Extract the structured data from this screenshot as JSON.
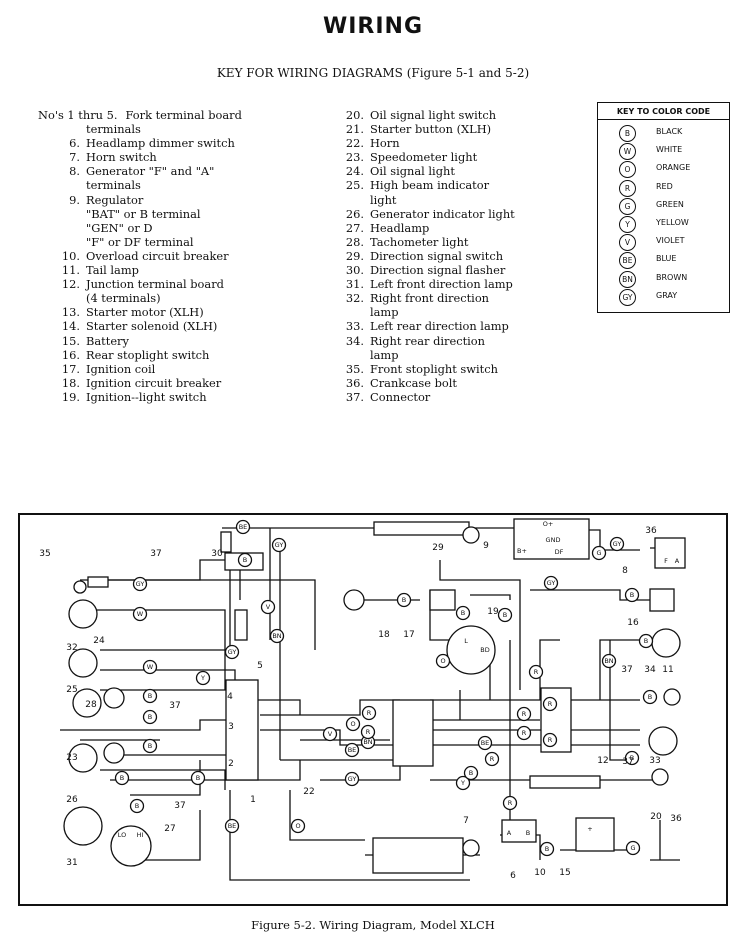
{
  "title": "WIRING",
  "key_title": "KEY FOR WIRING DIAGRAMS (Figure 5-1 and 5-2)",
  "key_col1": [
    {
      "num": "No's 1 thru 5.",
      "text": "Fork terminal board"
    },
    {
      "num": "",
      "text": "terminals"
    },
    {
      "num": "6.",
      "text": "Headlamp dimmer switch"
    },
    {
      "num": "7.",
      "text": "Horn switch"
    },
    {
      "num": "8.",
      "text": "Generator \"F\" and \"A\""
    },
    {
      "num": "",
      "text": "terminals"
    },
    {
      "num": "9.",
      "text": "Regulator"
    },
    {
      "num": "",
      "text": "\"BAT\" or B   terminal"
    },
    {
      "num": "",
      "text": "\"GEN\" or D"
    },
    {
      "num": "",
      "text": "\"F\" or DF terminal"
    },
    {
      "num": "10.",
      "text": "Overload circuit breaker"
    },
    {
      "num": "11.",
      "text": "Tail lamp"
    },
    {
      "num": "12.",
      "text": "Junction terminal board"
    },
    {
      "num": "",
      "text": "(4 terminals)"
    },
    {
      "num": "13.",
      "text": "Starter motor (XLH)"
    },
    {
      "num": "14.",
      "text": "Starter solenoid (XLH)"
    },
    {
      "num": "15.",
      "text": "Battery"
    },
    {
      "num": "16.",
      "text": "Rear stoplight switch"
    },
    {
      "num": "17.",
      "text": "Ignition coil"
    },
    {
      "num": "18.",
      "text": "Ignition circuit breaker"
    },
    {
      "num": "19.",
      "text": "Ignition--light switch"
    }
  ],
  "key_col2": [
    {
      "num": "20.",
      "text": "Oil signal light switch"
    },
    {
      "num": "21.",
      "text": "Starter button (XLH)"
    },
    {
      "num": "22.",
      "text": "Horn"
    },
    {
      "num": "23.",
      "text": "Speedometer light"
    },
    {
      "num": "24.",
      "text": "Oil signal light"
    },
    {
      "num": "25.",
      "text": "High beam indicator"
    },
    {
      "num": "",
      "text": "light"
    },
    {
      "num": "26.",
      "text": "Generator indicator light"
    },
    {
      "num": "27.",
      "text": "Headlamp"
    },
    {
      "num": "28.",
      "text": "Tachometer light"
    },
    {
      "num": "29.",
      "text": "Direction signal switch"
    },
    {
      "num": "30.",
      "text": "Direction signal flasher"
    },
    {
      "num": "31.",
      "text": "Left front direction lamp"
    },
    {
      "num": "32.",
      "text": "Right front direction"
    },
    {
      "num": "",
      "text": "lamp"
    },
    {
      "num": "33.",
      "text": "Left rear direction lamp"
    },
    {
      "num": "34.",
      "text": "Right rear direction"
    },
    {
      "num": "",
      "text": "lamp"
    },
    {
      "num": "35.",
      "text": "Front stoplight switch"
    },
    {
      "num": "36.",
      "text": "Crankcase bolt"
    },
    {
      "num": "37.",
      "text": "Connector"
    }
  ],
  "color_key": {
    "title": "KEY TO COLOR CODE",
    "items": [
      {
        "code": "B",
        "name": "BLACK"
      },
      {
        "code": "W",
        "name": "WHITE"
      },
      {
        "code": "O",
        "name": "ORANGE"
      },
      {
        "code": "R",
        "name": "RED"
      },
      {
        "code": "G",
        "name": "GREEN"
      },
      {
        "code": "Y",
        "name": "YELLOW"
      },
      {
        "code": "V",
        "name": "VIOLET"
      },
      {
        "code": "BE",
        "name": "BLUE"
      },
      {
        "code": "BN",
        "name": "BROWN"
      },
      {
        "code": "GY",
        "name": "GRAY"
      }
    ]
  },
  "diagram": {
    "wire_tags": [
      "BE",
      "GY",
      "B",
      "V",
      "BN",
      "GY",
      "W",
      "Y",
      "B",
      "B",
      "B",
      "B",
      "B",
      "W",
      "GY",
      "B",
      "V",
      "BE",
      "BN",
      "O",
      "GY",
      "R",
      "R",
      "B",
      "B",
      "GY",
      "G",
      "O",
      "B",
      "R",
      "R",
      "R",
      "BE",
      "B",
      "B",
      "R",
      "B",
      "R",
      "BN",
      "B",
      "G",
      "R",
      "Y",
      "R",
      "B",
      "B",
      "O",
      "BE",
      "GY"
    ],
    "component_numbers": [
      "1",
      "2",
      "3",
      "4",
      "5",
      "6",
      "7",
      "8",
      "9",
      "10",
      "11",
      "12",
      "15",
      "16",
      "17",
      "18",
      "19",
      "20",
      "22",
      "23",
      "24",
      "25",
      "26",
      "27",
      "28",
      "29",
      "30",
      "31",
      "32",
      "33",
      "34",
      "35",
      "36",
      "36",
      "37",
      "37",
      "37",
      "37",
      "37"
    ],
    "device_labels": [
      "O+",
      "GND",
      "DF",
      "B+",
      "F",
      "A",
      "A",
      "B",
      "LO",
      "HI",
      "L",
      "BD",
      "+"
    ]
  },
  "caption": "Figure 5-2.  Wiring Diagram, Model XLCH"
}
